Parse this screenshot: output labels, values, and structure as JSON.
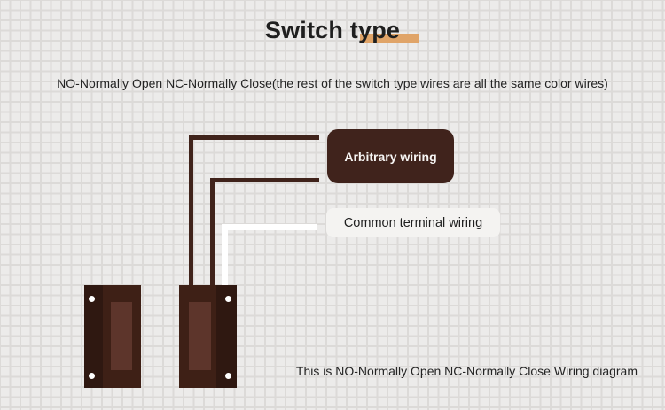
{
  "title": {
    "text": "Switch type"
  },
  "subtitle": "NO-Normally Open NC-Normally Close(the rest of the switch type wires are all the same color wires)",
  "labels": {
    "arbitrary_wiring": "Arbitrary wiring",
    "common_terminal_wiring": "Common terminal wiring"
  },
  "footnote": "This is NO-Normally Open NC-Normally Close Wiring diagram",
  "diagram": {
    "wires": [
      {
        "name": "arbitrary-wire-top",
        "color": "#40231b",
        "connects_to": "Arbitrary wiring"
      },
      {
        "name": "arbitrary-wire-bottom",
        "color": "#40231b",
        "connects_to": "Arbitrary wiring"
      },
      {
        "name": "common-terminal-wire",
        "color": "#ffffff",
        "connects_to": "Common terminal wiring"
      }
    ],
    "switches": [
      {
        "name": "left-switch",
        "wired": false
      },
      {
        "name": "right-switch",
        "wired": true
      }
    ]
  },
  "colors": {
    "background": "#ecebea",
    "grid_line": "#dcdad8",
    "title_highlight": "#e0a468",
    "dark_brown_box": "#40231c",
    "light_label_box": "#f4f3f1",
    "wire_dark": "#40231b",
    "wire_white": "#ffffff",
    "switch_body": "#3e2016",
    "switch_side_panel": "#2f1811",
    "switch_inner_slot": "#5d352b",
    "text": "#212121"
  }
}
